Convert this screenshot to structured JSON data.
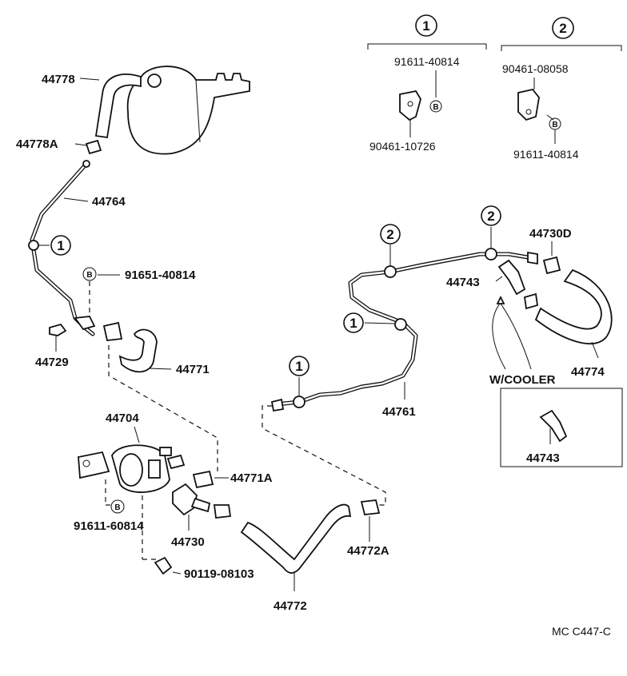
{
  "labels": {
    "p44778": "44778",
    "p44778A": "44778A",
    "p44764": "44764",
    "p91651": "91651-40814",
    "p44729": "44729",
    "p44771": "44771",
    "p44704": "44704",
    "p44771A": "44771A",
    "p91611_60814": "91611-60814",
    "p44730": "44730",
    "p90119": "90119-08103",
    "p44772": "44772",
    "p44772A": "44772A",
    "p44761": "44761",
    "p44730D": "44730D",
    "p44743_a": "44743",
    "p44774": "44774",
    "wcooler": "W/COOLER",
    "p44743_b": "44743",
    "k1_91611": "91611-40814",
    "k1_90461": "90461-10726",
    "k2_90461": "90461-08058",
    "k2_91611": "91611-40814",
    "code": "MC C447-C"
  },
  "markers": {
    "one": "1",
    "two": "2",
    "b": "B"
  },
  "colors": {
    "ink": "#111111",
    "background": "#ffffff"
  }
}
